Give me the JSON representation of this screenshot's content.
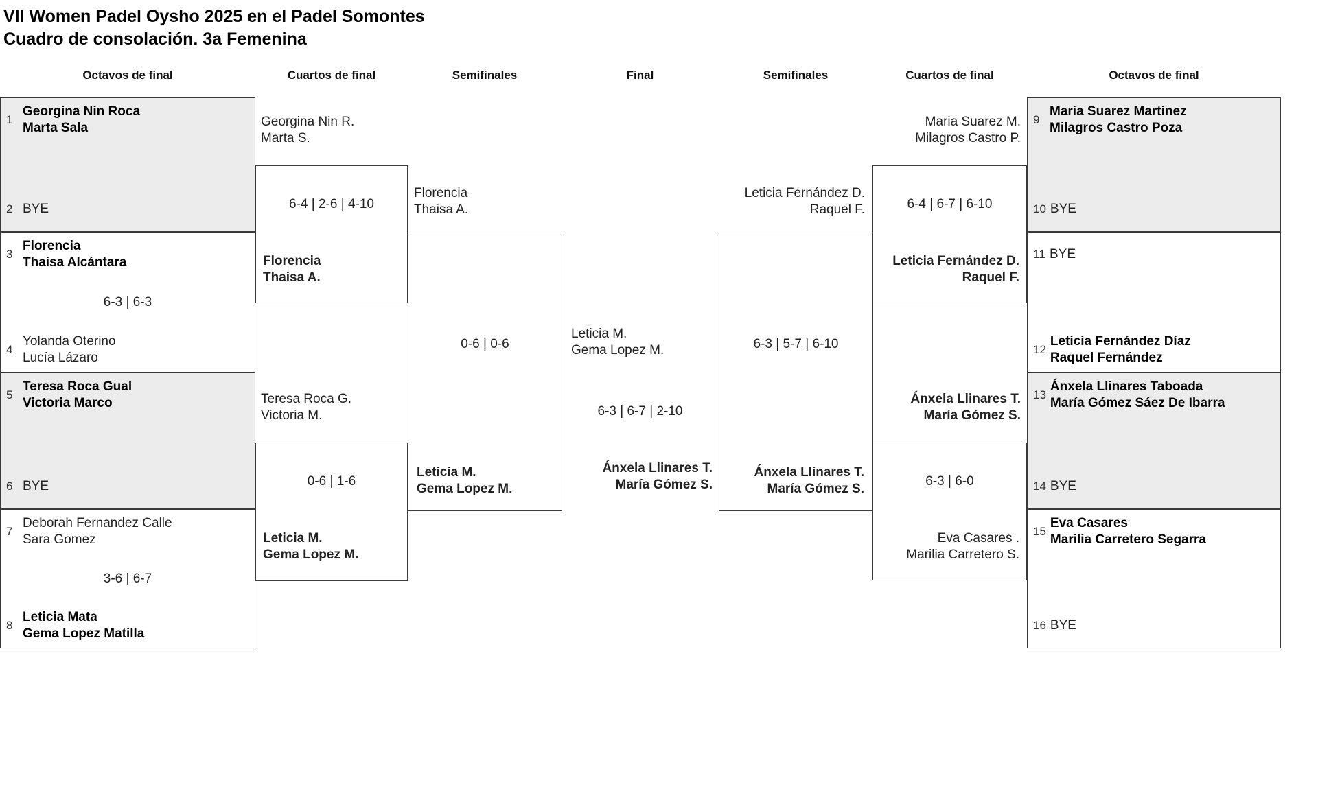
{
  "title": {
    "line1": "VII Women Padel Oysho 2025 en el Padel Somontes",
    "line2": "Cuadro de consolación. 3a Femenina"
  },
  "round_headers": [
    "Octavos de final",
    "Cuartos de final",
    "Semifinales",
    "Final",
    "Semifinales",
    "Cuartos de final",
    "Octavos de final"
  ],
  "colors": {
    "box_fill_grey": "#ececec",
    "border": "#3a3a3a",
    "text": "#1a1a1a"
  },
  "bracket": {
    "octavos_left": [
      {
        "seed1": "1",
        "p1l1": "Georgina Nin Roca",
        "p1l2": "Marta Sala",
        "seed2": "2",
        "p2l1": "BYE",
        "p2l2": "",
        "score": ""
      },
      {
        "seed1": "3",
        "p1l1": "Florencia",
        "p1l2": "Thaisa Alcántara",
        "seed2": "4",
        "p2l1": "Yolanda Oterino",
        "p2l2": "Lucía Lázaro",
        "score": "6-3 | 6-3"
      },
      {
        "seed1": "5",
        "p1l1": "Teresa Roca Gual",
        "p1l2": "Victoria Marco",
        "seed2": "6",
        "p2l1": "BYE",
        "p2l2": "",
        "score": ""
      },
      {
        "seed1": "7",
        "p1l1": "Deborah Fernandez Calle",
        "p1l2": "Sara Gomez",
        "seed2": "8",
        "p2l1": "Leticia Mata",
        "p2l2": "Gema Lopez Matilla",
        "score": "3-6 | 6-7"
      }
    ],
    "octavos_right": [
      {
        "seed1": "9",
        "p1l1": "Maria Suarez Martinez",
        "p1l2": "Milagros Castro Poza",
        "seed2": "10",
        "p2l1": "BYE",
        "p2l2": "",
        "score": ""
      },
      {
        "seed1": "11",
        "p1l1": "BYE",
        "p1l2": "",
        "seed2": "12",
        "p2l1": "Leticia Fernández Díaz",
        "p2l2": "Raquel Fernández",
        "score": ""
      },
      {
        "seed1": "13",
        "p1l1": "Ánxela Llinares Taboada",
        "p1l2": "María Gómez Sáez De Ibarra",
        "seed2": "14",
        "p2l1": "BYE",
        "p2l2": "",
        "score": ""
      },
      {
        "seed1": "15",
        "p1l1": "Eva Casares",
        "p1l2": "Marilia Carretero Segarra",
        "seed2": "16",
        "p2l1": "BYE",
        "p2l2": "",
        "score": ""
      }
    ],
    "cuartos_left": [
      {
        "top_l1": "Georgina Nin R.",
        "top_l2": "Marta S.",
        "score": "6-4 | 2-6 | 4-10",
        "bottom_l1": "Florencia",
        "bottom_l2": "Thaisa A."
      },
      {
        "top_l1": "Teresa Roca G.",
        "top_l2": "Victoria M.",
        "score": "0-6 | 1-6",
        "bottom_l1": "Leticia M.",
        "bottom_l2": "Gema Lopez M."
      }
    ],
    "cuartos_right": [
      {
        "top_l1": "Maria Suarez M.",
        "top_l2": "Milagros Castro P.",
        "score": "6-4 | 6-7 | 6-10",
        "bottom_l1": "Leticia Fernández D.",
        "bottom_l2": "Raquel F."
      },
      {
        "top_l1": "Ánxela Llinares T.",
        "top_l2": "María Gómez S.",
        "score": "6-3 | 6-0",
        "bottom_l1": "Eva Casares .",
        "bottom_l2": "Marilia Carretero S."
      }
    ],
    "semifinal_left": {
      "top_l1": "Florencia",
      "top_l2": "Thaisa A.",
      "score": "0-6 | 0-6",
      "bottom_l1": "Leticia M.",
      "bottom_l2": "Gema Lopez M."
    },
    "semifinal_right": {
      "top_l1": "Leticia Fernández D.",
      "top_l2": "Raquel F.",
      "score": "6-3 | 5-7 | 6-10",
      "bottom_l1": "Ánxela Llinares T.",
      "bottom_l2": "María Gómez S."
    },
    "final": {
      "top_l1": "Leticia M.",
      "top_l2": "Gema Lopez M.",
      "score": "6-3 | 6-7 | 2-10",
      "bottom_l1": "Ánxela Llinares T.",
      "bottom_l2": "María Gómez S."
    }
  }
}
